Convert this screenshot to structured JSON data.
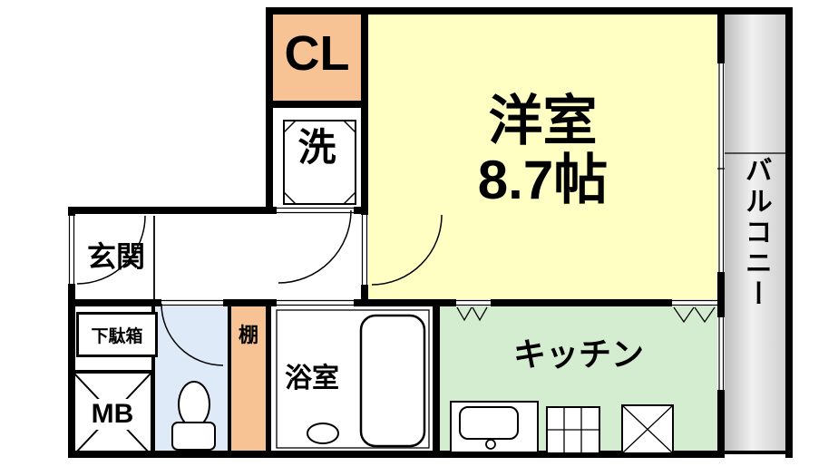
{
  "meta": {
    "type": "apartment-floor-plan"
  },
  "palette": {
    "wall": "#000000",
    "western_room": "#FFFFC4",
    "closet": "#F8C394",
    "shelf": "#F8C394",
    "kitchen": "#D4ECCF",
    "toilet": "#DEEAF8",
    "balcony_dark": "#BDBDBD",
    "balcony_light": "#F1F1F1",
    "floor_white": "#FFFFFF"
  },
  "rooms": {
    "closet": {
      "label": "CL"
    },
    "laundry": {
      "label": "洗"
    },
    "western_room": {
      "label": "洋室",
      "size": "8.7帖"
    },
    "balcony": {
      "label": "バルコニー"
    },
    "entrance": {
      "label": "玄関"
    },
    "shoe_cabinet": {
      "label": "下駄箱"
    },
    "meter_box": {
      "label": "MB"
    },
    "shelf": {
      "label": "棚"
    },
    "bathroom": {
      "label": "浴室"
    },
    "kitchen": {
      "label": "キッチン"
    }
  }
}
